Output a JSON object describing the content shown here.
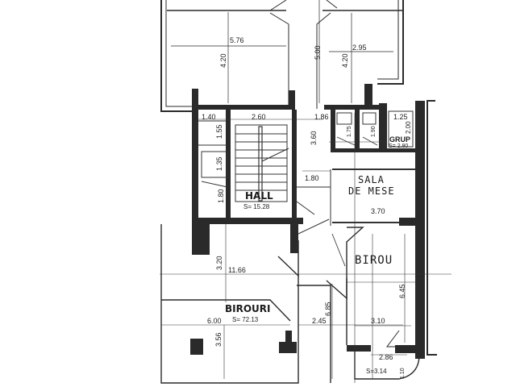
{
  "document": {
    "type": "scanned architectural floor plan",
    "colors": {
      "wall": "#2a2a2a",
      "line": "#333333",
      "paper": "#ffffff"
    }
  },
  "rooms": [
    {
      "id": "hall",
      "name": "HALL",
      "area_label": "S= 15.28"
    },
    {
      "id": "sala-de-mese",
      "name_line1": "SALA",
      "name_line2": "DE MESE"
    },
    {
      "id": "birou",
      "name": "BIROU"
    },
    {
      "id": "birouri",
      "name": "BIROURI",
      "area_label": "S= 72.13"
    },
    {
      "id": "grup-sanitar",
      "name": "GRUP",
      "area_label": "S= 2.80"
    },
    {
      "id": "balcon",
      "area_label": "S=3.14"
    }
  ],
  "dimensions": {
    "top_left_width": "5.76",
    "top_left_height": "4.20",
    "top_center_height": "5.00",
    "top_right_width": "2.95",
    "top_right_height": "4.20",
    "stair_width": "2.60",
    "left_wc_width": "1.40",
    "left_wc_height": "1.55",
    "lift_height": "1.35",
    "hall_left_height": "1.80",
    "corridor_width": "1.86",
    "corridor_height": "3.60",
    "hall_right_width": "1.80",
    "wc1_height": "1.75",
    "wc2_height": "1.90",
    "grup_width": "1.25",
    "grup_height": "2.00",
    "sala_width": "3.70",
    "birouri_total_width": "11.66",
    "birouri_upper_height": "3.20",
    "birouri_width": "6.00",
    "birouri_lower_height": "3.56",
    "middle_height": "6.85",
    "middle_width": "2.45",
    "birou_width": "3.10",
    "birou_height": "6.45",
    "balcon_width": "2.86",
    "balcon_depth": "1.10"
  }
}
